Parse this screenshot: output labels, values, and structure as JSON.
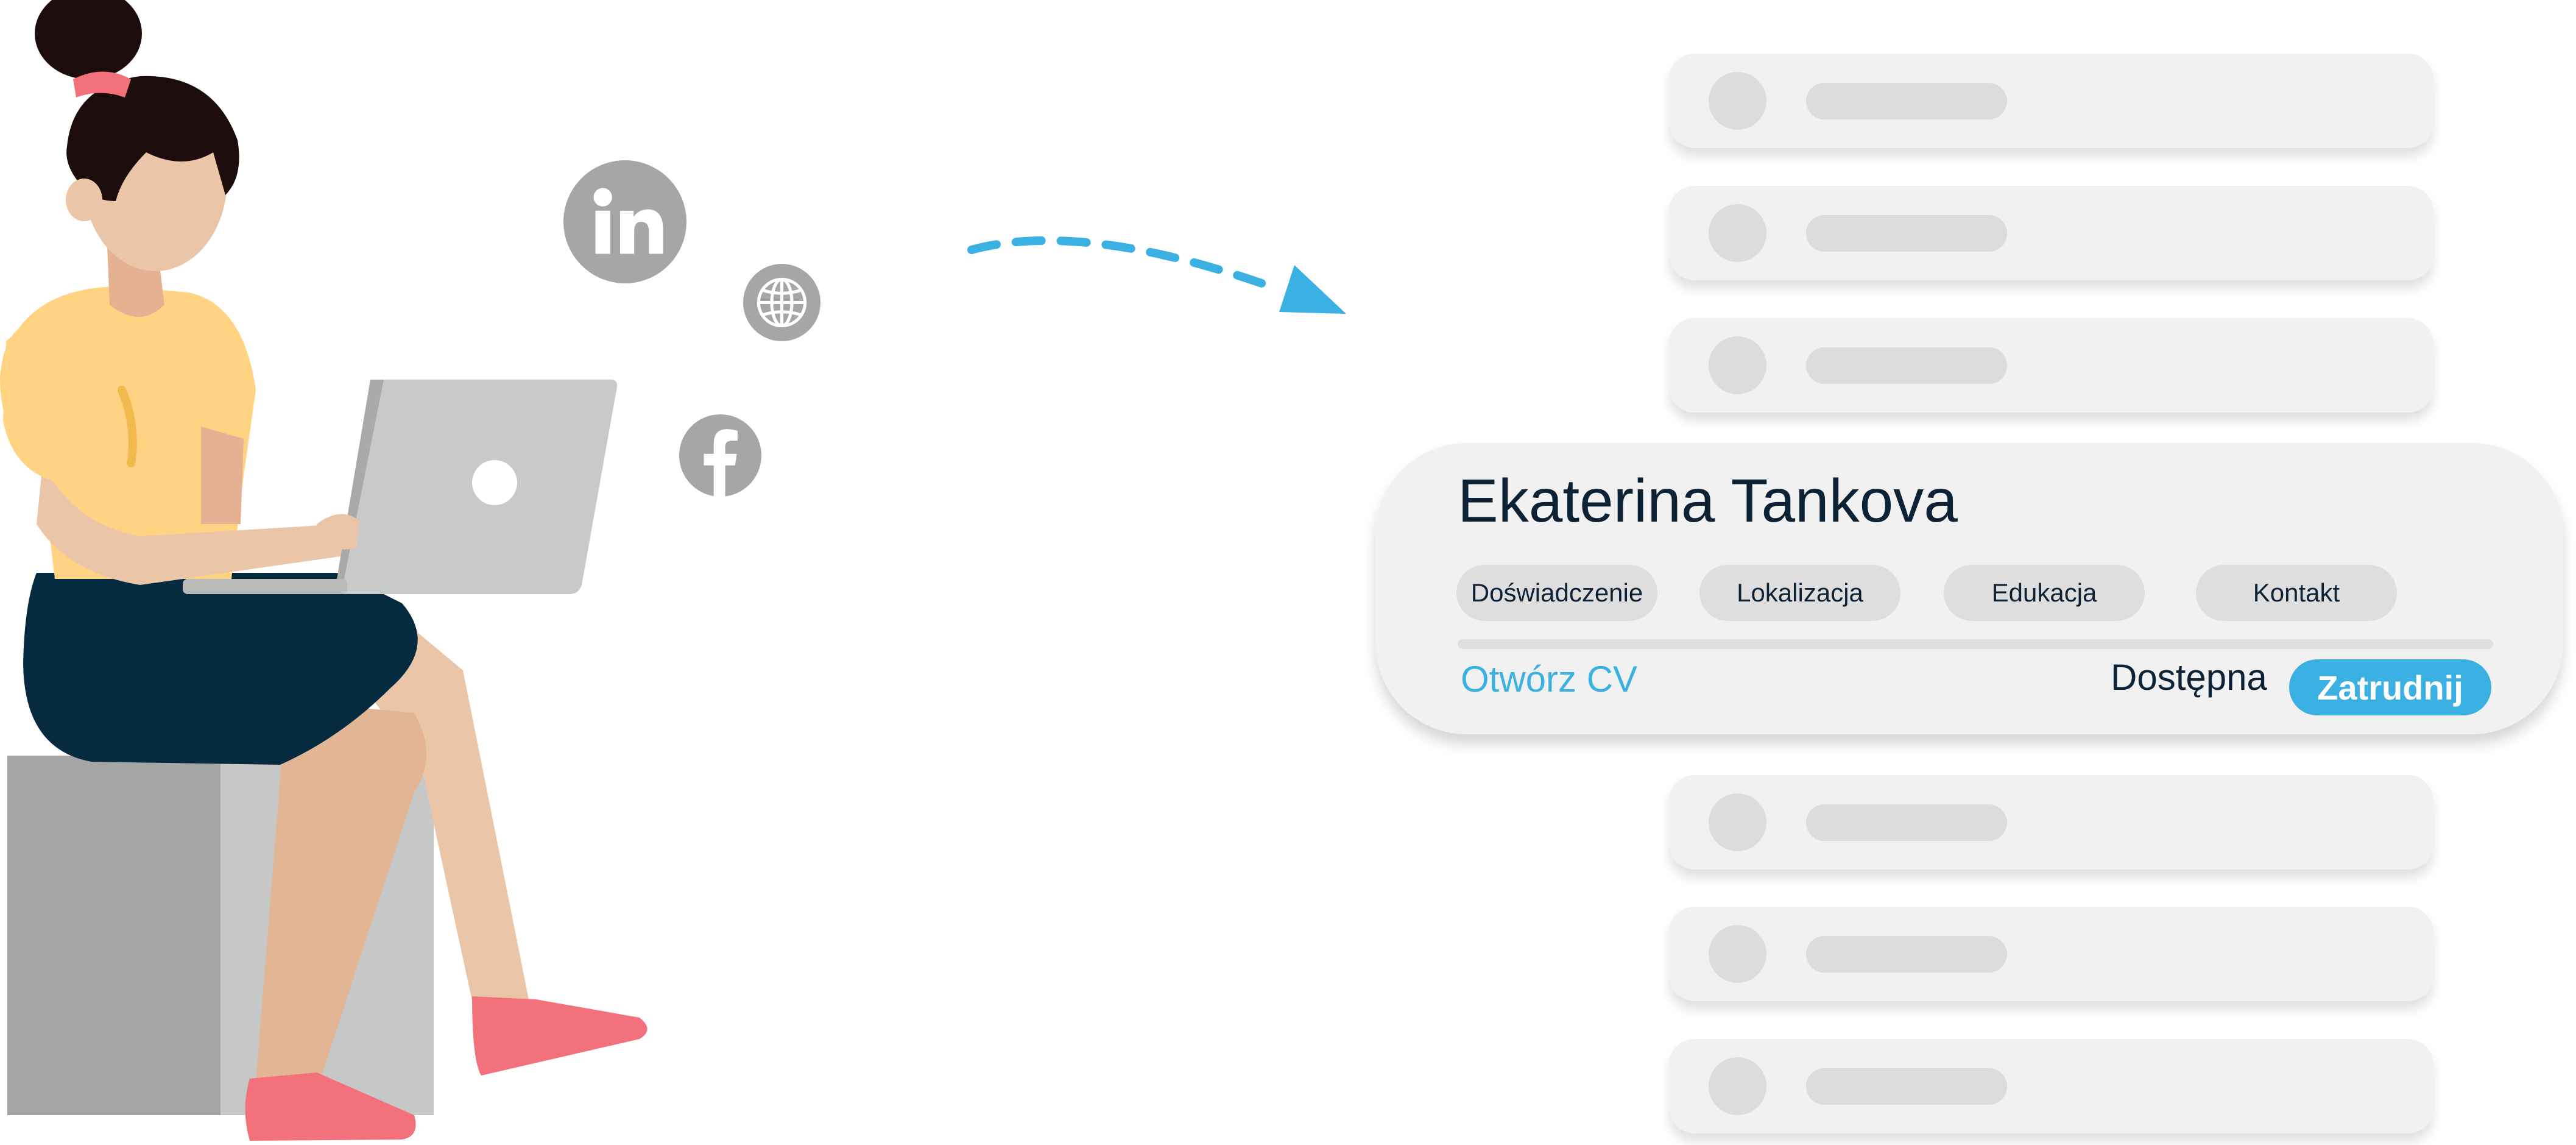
{
  "profile": {
    "name": "Ekaterina Tankova",
    "tags": [
      "Doświadczenie",
      "Lokalizacja",
      "Edukacja",
      "Kontakt"
    ],
    "open_cv_label": "Otwórz CV",
    "status_label": "Dostępna",
    "hire_label": "Zatrudnij"
  },
  "icons": {
    "linkedin": "linkedin-icon",
    "globe": "globe-icon",
    "facebook": "facebook-icon"
  },
  "colors": {
    "accent": "#3bb1e3",
    "text_dark": "#0e2236",
    "card_background": "#f1f1f1",
    "placeholder": "#dcdcdc",
    "social_icon": "#a6a6a6"
  }
}
